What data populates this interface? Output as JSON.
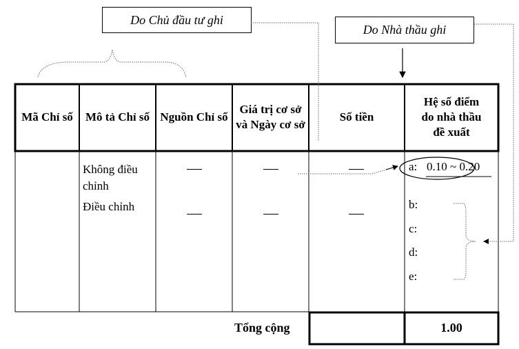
{
  "callouts": {
    "owner": "Do Chủ đầu tư ghi",
    "contractor": "Do Nhà thầu ghi"
  },
  "headers": [
    "Mã Chỉ số",
    "Mô tả Chỉ số",
    "Nguồn Chỉ số",
    "Giá trị cơ sở và Ngày cơ sở",
    "Số tiền",
    "Hệ số điểm do nhà thầu đề xuất"
  ],
  "rows": [
    {
      "description": "Không điều chỉnh",
      "source": "—",
      "base": "—",
      "amount": "—",
      "coef_label": "a:",
      "coef_value": "0.10 ~ 0.20"
    },
    {
      "description": "Điều chỉnh",
      "source": "—",
      "base": "—",
      "amount": "—",
      "coef_labels": [
        "b:",
        "c:",
        "d:",
        "e:"
      ]
    }
  ],
  "total": {
    "label": "Tổng cộng",
    "amount": "",
    "coef": "1.00"
  }
}
